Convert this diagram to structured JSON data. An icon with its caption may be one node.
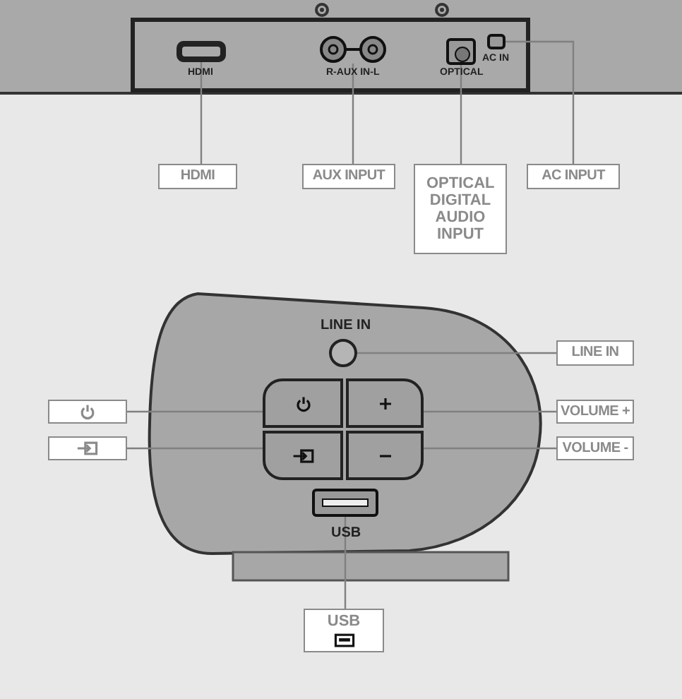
{
  "diagram": {
    "nodes": [
      {
        "text": [],
        "shape": "box",
        "beside": [
          "HDMI"
        ]
      },
      {
        "text": [],
        "shape": "circle",
        "beside": [
          "R-AUX IN-L"
        ]
      },
      {
        "text": [],
        "shape": "box",
        "beside": [
          "OPTICAL"
        ]
      },
      {
        "text": [],
        "shape": "box",
        "beside": [
          "AC IN"
        ]
      },
      {
        "text": [
          "HDMI"
        ]
      },
      {
        "text": [
          "AUX INPUT"
        ]
      },
      {
        "text": [
          "OPTICAL DIGITAL AUDIO INPUT"
        ]
      },
      {
        "text": [
          "AC INPUT"
        ]
      },
      {
        "text": [],
        "shape": "circle",
        "beside": [
          "LINE IN"
        ]
      },
      {
        "text": [
          "LINE IN"
        ]
      },
      {
        "text": [],
        "shape": "box"
      },
      {
        "text": [],
        "shape": "box"
      },
      {
        "text": [],
        "shape": "box"
      },
      {
        "text": [
          "VOLUME +"
        ]
      },
      {
        "text": [],
        "shape": "box"
      },
      {
        "text": [],
        "shape": "box"
      },
      {
        "text": [],
        "shape": "box"
      },
      {
        "text": [
          "VOLUME -"
        ]
      },
      {
        "text": [],
        "shape": "box",
        "beside": [
          "USB"
        ]
      },
      {
        "text": [
          "USB"
        ]
      }
    ],
    "edges": [
      {
        "from": 4,
        "to": 0,
        "arrow": "none"
      },
      {
        "from": 5,
        "to": 1,
        "arrow": "none"
      },
      {
        "from": 6,
        "to": 2,
        "arrow": "none"
      },
      {
        "from": 7,
        "to": 3,
        "arrow": "none"
      },
      {
        "from": 9,
        "to": 8,
        "arrow": "none"
      },
      {
        "from": 10,
        "to": 11,
        "arrow": "none"
      },
      {
        "from": 13,
        "to": 12,
        "arrow": "none"
      },
      {
        "from": 14,
        "to": 15,
        "arrow": "none"
      },
      {
        "from": 17,
        "to": 16,
        "arrow": "none"
      },
      {
        "from": 19,
        "to": 18,
        "arrow": "none"
      }
    ]
  }
}
